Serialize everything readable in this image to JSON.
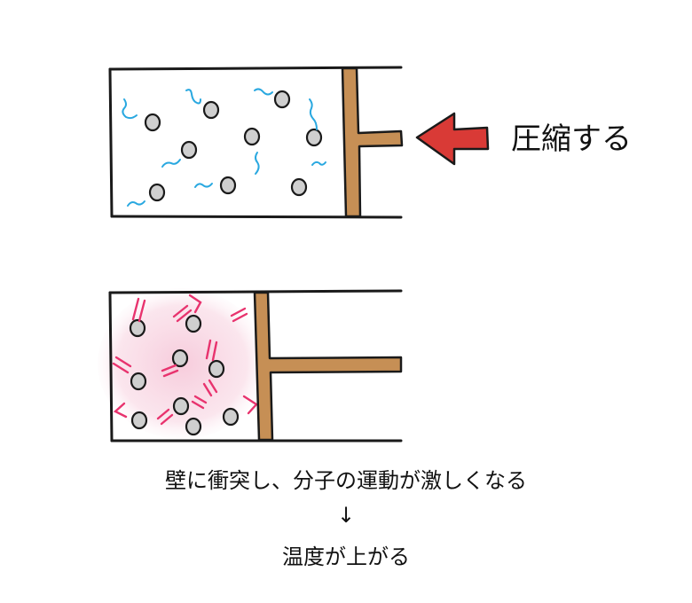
{
  "top_panel": {
    "action_label": "圧縮する",
    "motion_color": "#29a8e0"
  },
  "bottom_panel": {
    "motion_color": "#e8336e",
    "glow_color": "#f8d6e3"
  },
  "caption": {
    "line1": "壁に衝突し、分子の運動が激しくなる",
    "arrow": "↓",
    "line3": "温度が上がる"
  },
  "colors": {
    "piston": "#c68f55",
    "arrow_fill": "#d93a36",
    "molecule_fill": "#cfcfcf",
    "outline": "#1a1a1a"
  }
}
